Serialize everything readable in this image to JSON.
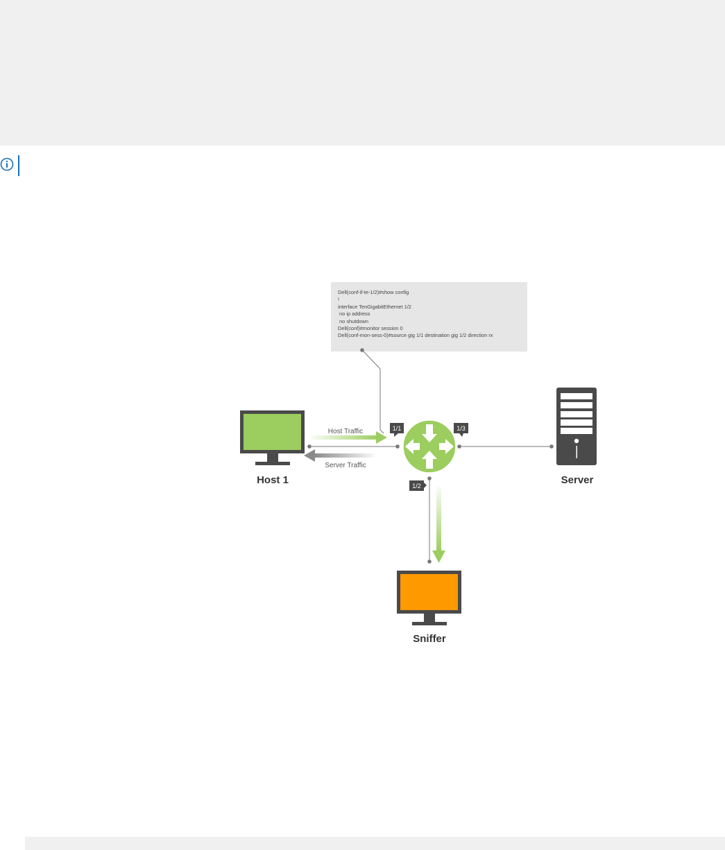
{
  "config": {
    "lines": [
      "Dell(conf-if-te-1/2)#show config",
      "!",
      "interface TenGigabitEthernet 1/2",
      " no ip address",
      " no shutdown",
      "Dell(conf)#monitor session 0",
      "Dell(conf-mon-sess-0)#source gig 1/1 destination gig 1/2 direction rx"
    ]
  },
  "devices": {
    "host": "Host 1",
    "server": "Server",
    "sniffer": "Sniffer"
  },
  "ports": {
    "p11": "1/1",
    "p13": "1/3",
    "p12": "1/2"
  },
  "flows": {
    "host_traffic": "Host Traffic",
    "server_traffic": "Server Traffic"
  },
  "colors": {
    "accent_green": "#9ccd5f",
    "sniffer_orange": "#ff9900",
    "device_gray": "#4a4a4a",
    "info_blue": "#1a6fb5"
  },
  "icons": {
    "note": "info-icon",
    "switch": "switch-arrows-icon"
  }
}
